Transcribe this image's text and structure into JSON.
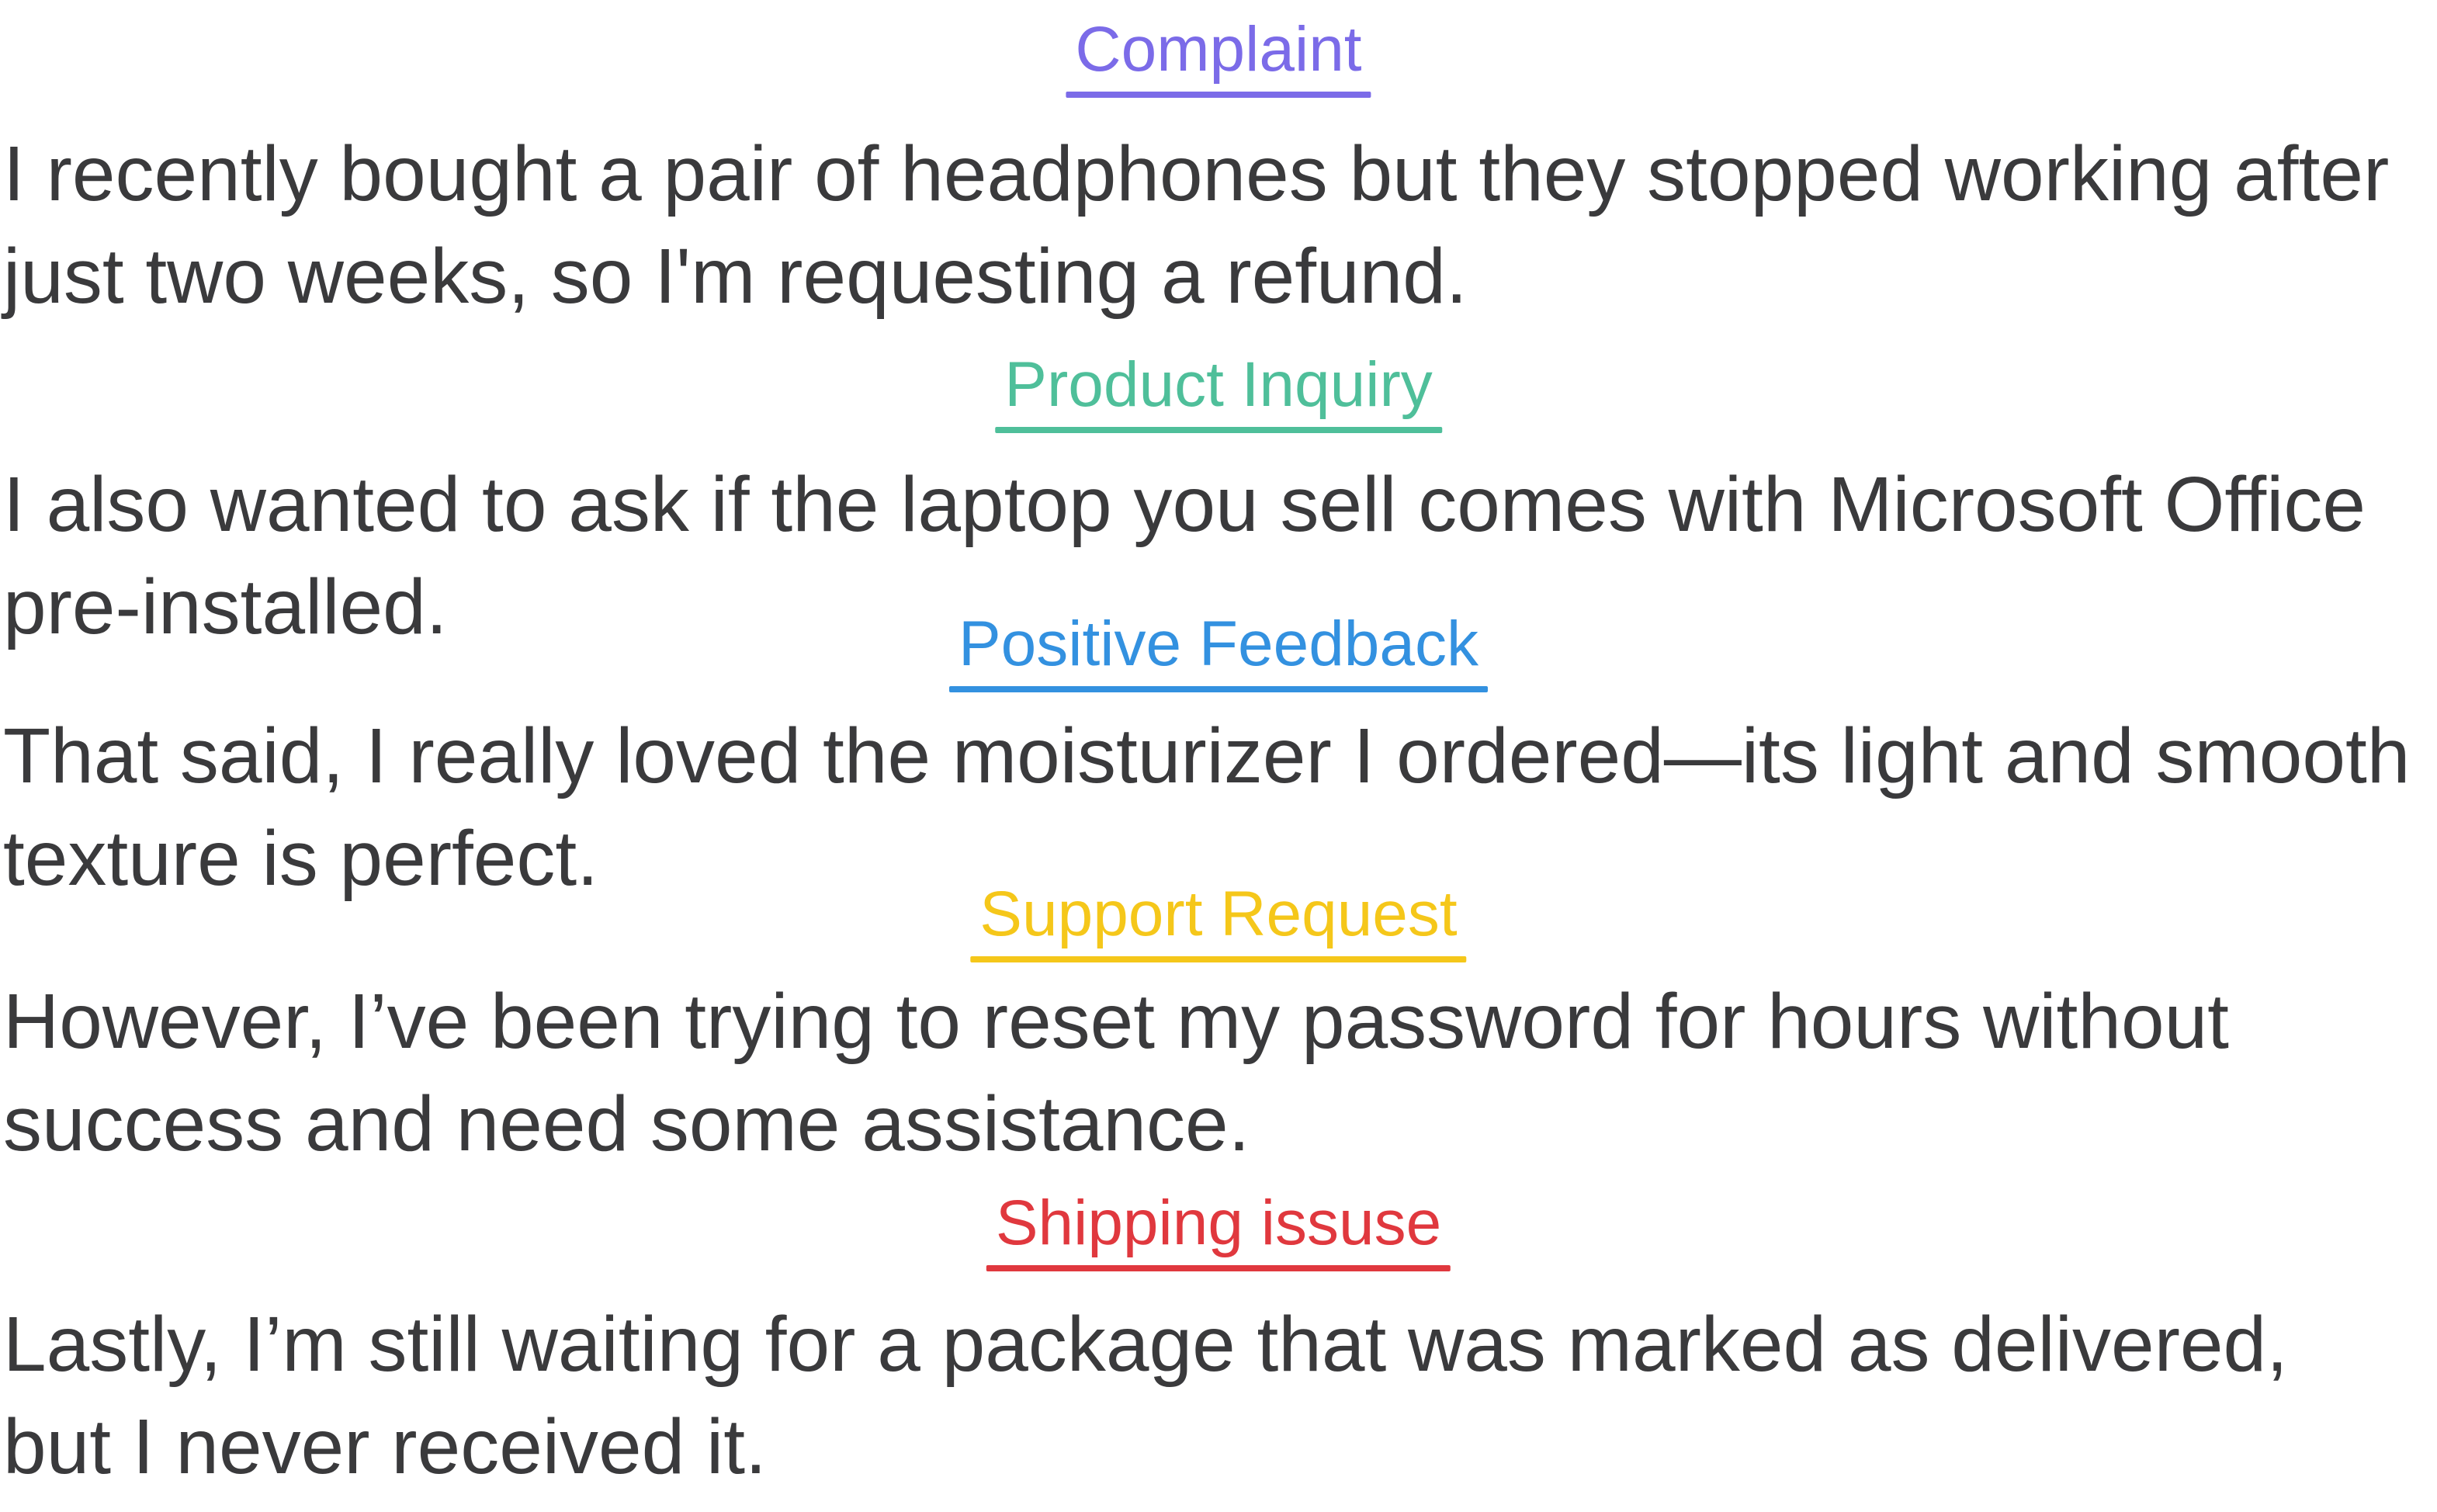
{
  "segments": [
    {
      "label": "Complaint",
      "color": "#7b6be8",
      "text": "I recently bought a pair of headphones but they stopped working after just two weeks, so I'm requesting a refund."
    },
    {
      "label": "Product Inquiry",
      "color": "#4fbf9a",
      "text": "I also wanted to ask if the laptop you sell comes with Microsoft Office pre-installed."
    },
    {
      "label": "Positive Feedback",
      "color": "#3391e0",
      "text": "That said, I really loved the moisturizer I ordered—its light and smooth texture is perfect."
    },
    {
      "label": "Support Request",
      "color": "#f5c71a",
      "text": "However, I’ve been trying to reset my password for hours without success and need some assistance."
    },
    {
      "label": "Shipping issuse",
      "color": "#e0383e",
      "text": "Lastly, I’m still waiting for a package that was marked as delivered, but I never received it."
    }
  ]
}
